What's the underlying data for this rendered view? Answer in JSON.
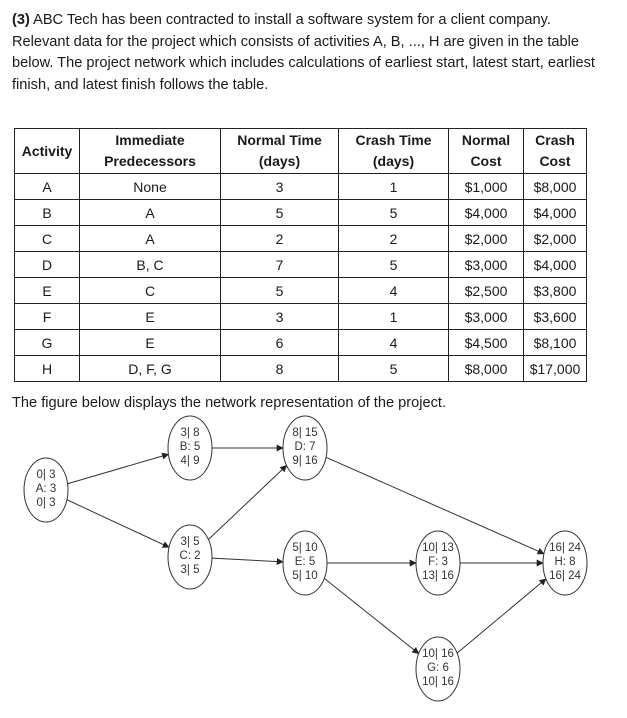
{
  "intro": {
    "number": "(3)",
    "text": "ABC Tech has been contracted to install a software system for a client company. Relevant data for the project which consists of activities A, B, ..., H are given in the table below.  The project network which includes calculations of earliest start, latest start, earliest finish, and latest finish follows the table."
  },
  "table": {
    "headers": {
      "activity": "Activity",
      "pred_1": "Immediate",
      "pred_2": "Predecessors",
      "normal_time_1": "Normal Time",
      "normal_time_2": "(days)",
      "crash_time_1": "Crash Time",
      "crash_time_2": "(days)",
      "normal_cost_1": "Normal",
      "normal_cost_2": "Cost",
      "crash_cost_1": "Crash",
      "crash_cost_2": "Cost"
    },
    "rows": [
      {
        "activity": "A",
        "pred": "None",
        "normal_time": "3",
        "crash_time": "1",
        "normal_cost": "$1,000",
        "crash_cost": "$8,000"
      },
      {
        "activity": "B",
        "pred": "A",
        "normal_time": "5",
        "crash_time": "5",
        "normal_cost": "$4,000",
        "crash_cost": "$4,000"
      },
      {
        "activity": "C",
        "pred": "A",
        "normal_time": "2",
        "crash_time": "2",
        "normal_cost": "$2,000",
        "crash_cost": "$2,000"
      },
      {
        "activity": "D",
        "pred": "B, C",
        "normal_time": "7",
        "crash_time": "5",
        "normal_cost": "$3,000",
        "crash_cost": "$4,000"
      },
      {
        "activity": "E",
        "pred": "C",
        "normal_time": "5",
        "crash_time": "4",
        "normal_cost": "$2,500",
        "crash_cost": "$3,800"
      },
      {
        "activity": "F",
        "pred": "E",
        "normal_time": "3",
        "crash_time": "1",
        "normal_cost": "$3,000",
        "crash_cost": "$3,600"
      },
      {
        "activity": "G",
        "pred": "E",
        "normal_time": "6",
        "crash_time": "4",
        "normal_cost": "$4,500",
        "crash_cost": "$8,100"
      },
      {
        "activity": "H",
        "pred": "D, F, G",
        "normal_time": "8",
        "crash_time": "5",
        "normal_cost": "$8,000",
        "crash_cost": "$17,000"
      }
    ]
  },
  "caption": "The figure below displays the network representation of the project.",
  "network": {
    "nodes": [
      {
        "id": "A",
        "top": "0| 3",
        "mid": "A: 3",
        "bottom": "0| 3"
      },
      {
        "id": "B",
        "top": "3| 8",
        "mid": "B: 5",
        "bottom": "4| 9"
      },
      {
        "id": "C",
        "top": "3| 5",
        "mid": "C: 2",
        "bottom": "3| 5"
      },
      {
        "id": "D",
        "top": "8| 15",
        "mid": "D: 7",
        "bottom": "9| 16"
      },
      {
        "id": "E",
        "top": "5| 10",
        "mid": "E: 5",
        "bottom": "5| 10"
      },
      {
        "id": "F",
        "top": "10| 13",
        "mid": "F: 3",
        "bottom": "13| 16"
      },
      {
        "id": "G",
        "top": "10| 16",
        "mid": "G: 6",
        "bottom": "10| 16"
      },
      {
        "id": "H",
        "top": "16| 24",
        "mid": "H: 8",
        "bottom": "16| 24"
      }
    ],
    "edges": [
      [
        "A",
        "B"
      ],
      [
        "A",
        "C"
      ],
      [
        "B",
        "D"
      ],
      [
        "C",
        "D"
      ],
      [
        "C",
        "E"
      ],
      [
        "E",
        "F"
      ],
      [
        "E",
        "G"
      ],
      [
        "D",
        "H"
      ],
      [
        "F",
        "H"
      ],
      [
        "G",
        "H"
      ]
    ]
  }
}
